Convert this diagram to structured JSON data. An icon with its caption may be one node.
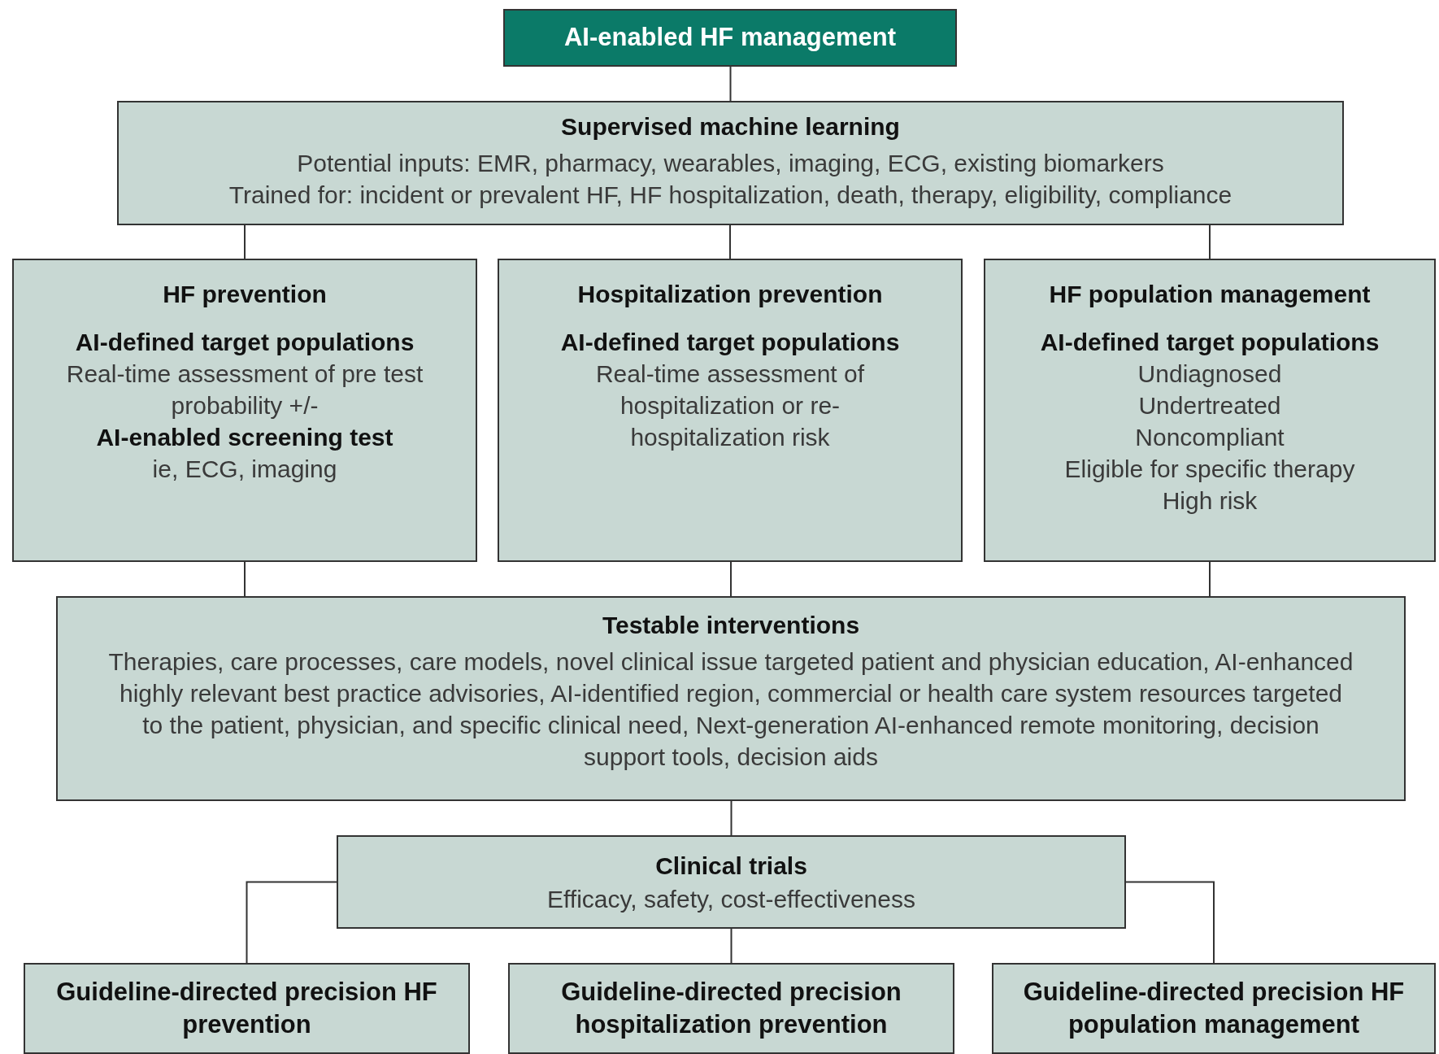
{
  "diagram": {
    "nodes": [
      {
        "text": [
          "AI-enabled HF management"
        ]
      },
      {
        "text": [
          "Supervised machine learning",
          "Potential inputs: EMR, pharmacy, wearables, imaging, ECG, existing biomarkers",
          "Trained for: incident or prevalent HF, HF hospitalization, death, therapy, eligibility, compliance"
        ]
      },
      {
        "text": [
          "HF prevention",
          "AI-defined target populations",
          "Real-time assessment of pre test probability +/-",
          "AI-enabled screening test",
          "ie, ECG, imaging"
        ]
      },
      {
        "text": [
          "Hospitalization prevention",
          "AI-defined target populations",
          "Real-time assessment of hospitalization or re-hospitalization risk"
        ]
      },
      {
        "text": [
          "HF population management",
          "AI-defined target populations",
          "Undiagnosed",
          "Undertreated",
          "Noncompliant",
          "Eligible for specific therapy",
          "High risk"
        ]
      },
      {
        "text": [
          "Testable interventions",
          "Therapies, care processes, care models, novel clinical issue targeted patient and physician education, AI-enhanced highly relevant best practice advisories, AI-identified region, commercial or health care system resources targeted to the patient, physician, and specific clinical need, Next-generation AI-enhanced remote monitoring, decision support tools, decision aids"
        ]
      },
      {
        "text": [
          "Clinical trials",
          "Efficacy, safety, cost-effectiveness"
        ]
      },
      {
        "text": [
          "Guideline-directed precision HF prevention"
        ]
      },
      {
        "text": [
          "Guideline-directed precision hospitalization prevention"
        ]
      },
      {
        "text": [
          "Guideline-directed precision HF population management"
        ]
      }
    ],
    "edges": [
      {
        "from": 0,
        "to": 1,
        "arrow": "none"
      },
      {
        "from": 1,
        "to": 2,
        "arrow": "none"
      },
      {
        "from": 1,
        "to": 3,
        "arrow": "none"
      },
      {
        "from": 1,
        "to": 4,
        "arrow": "none"
      },
      {
        "from": 2,
        "to": 5,
        "arrow": "none"
      },
      {
        "from": 3,
        "to": 5,
        "arrow": "none"
      },
      {
        "from": 4,
        "to": 5,
        "arrow": "none"
      },
      {
        "from": 5,
        "to": 6,
        "arrow": "none"
      },
      {
        "from": 6,
        "to": 7,
        "arrow": "none"
      },
      {
        "from": 6,
        "to": 8,
        "arrow": "none"
      },
      {
        "from": 6,
        "to": 9,
        "arrow": "none"
      }
    ]
  }
}
